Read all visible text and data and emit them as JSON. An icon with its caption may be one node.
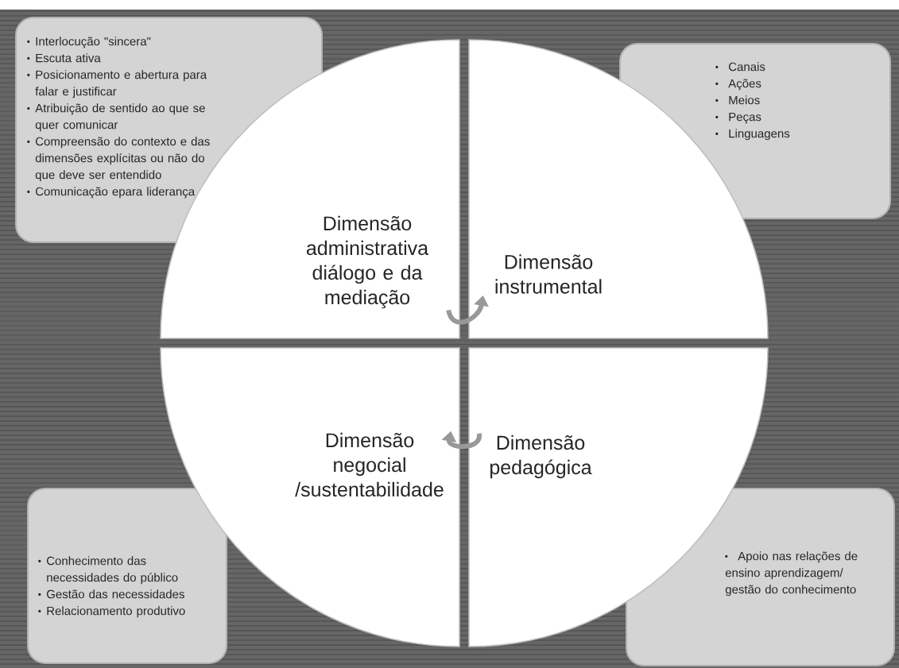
{
  "diagram": {
    "nodes": [
      {
        "text": [
          "Interlocução \"sincera\"",
          "Escuta ativa",
          "Posicionamento e abertura para falar e justificar",
          "Atribuição de sentido ao que se quer comunicar",
          "Compreensão do contexto e das dimensões explícitas ou não do que deve ser entendido",
          "Comunicação epara liderança"
        ]
      },
      {
        "text": [
          "Canais",
          "Ações",
          "Meios",
          "Peças",
          "Linguagens"
        ]
      },
      {
        "text": [
          "Dimensão administrativa diálogo e da mediação"
        ]
      },
      {
        "text": [
          "Dimensão instrumental"
        ]
      },
      {
        "text": [
          "Dimensão negocial /sustentabilidade"
        ]
      },
      {
        "text": [
          "Dimensão pedagógica"
        ]
      },
      {
        "text": [
          "Conhecimento das necessidades do público",
          "Gestão das necessidades",
          "Relacionamento produtivo"
        ]
      },
      {
        "text": [
          "Apoio nas relações de ensino aprendizagem/ gestão do conhecimento"
        ]
      }
    ],
    "edges": [
      {
        "from": 2,
        "to": 3,
        "arrow": "to"
      },
      {
        "from": 5,
        "to": 4,
        "arrow": "to"
      }
    ]
  }
}
